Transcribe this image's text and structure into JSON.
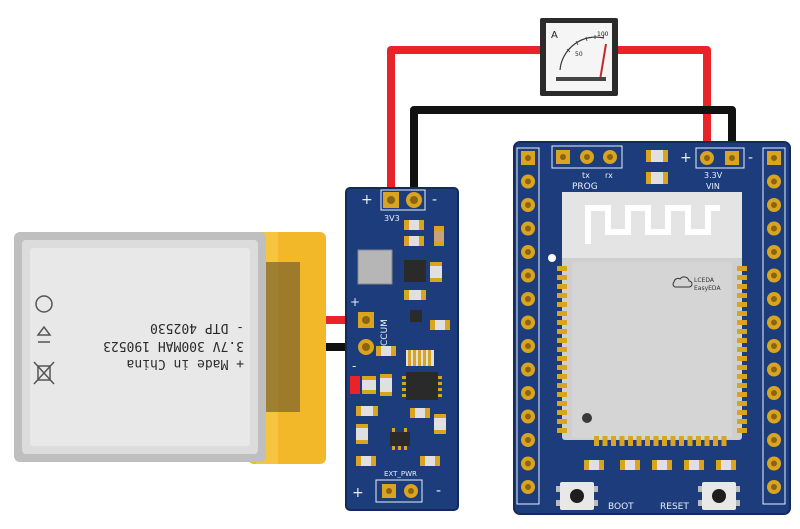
{
  "ammeter": {
    "unit": "A",
    "scale_50": "50",
    "scale_100": "100"
  },
  "battery": {
    "line1": "+ Made in China",
    "line2": "3.7V 300MAH 190523",
    "line3": "- DTP 402530"
  },
  "charger": {
    "out_plus": "+",
    "out_minus": "-",
    "out_label": "3V3",
    "accum_label": "ACCUM",
    "accum_plus": "+",
    "accum_minus": "-",
    "ext_label": "EXT_PWR",
    "ext_plus": "+",
    "ext_minus": "-"
  },
  "devboard": {
    "prog_label": "PROG",
    "tx_label": "tx",
    "rx_label": "rx",
    "vin_plus": "+",
    "vin_minus": "-",
    "vin_label_top": "3.3V",
    "vin_label_bottom": "VIN",
    "module_logo_line1": "LCEDA",
    "module_logo_line2": "EasyEDA",
    "boot_label": "BOOT",
    "reset_label": "RESET"
  },
  "colors": {
    "wire_positive": "#e8232a",
    "wire_negative": "#111111",
    "pcb": "#1d3c7c",
    "gold": "#d9a520",
    "module_body": "#d8d8d8"
  }
}
